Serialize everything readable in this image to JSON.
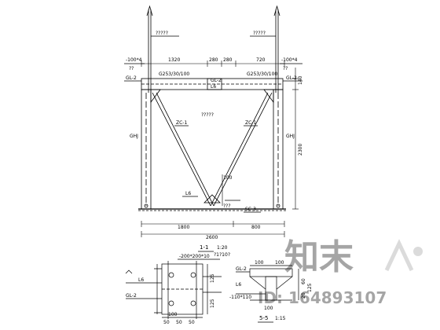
{
  "labels": {
    "top_left_mark": "?????",
    "top_right_mark": "?????",
    "plate_left": "-100*4",
    "plate_right": "-100*4",
    "sub_left": "??",
    "sub_right": "??",
    "gl2_left": "GL-2",
    "gl2_right": "GL-2",
    "g253_left": "G253/30/100",
    "g253_right": "G253/30/100",
    "gl2_mid": "GL-2",
    "l6": "L6",
    "mid_mark": "?????",
    "zc1_left": "ZC-1",
    "zc1_right": "ZC-1",
    "ghj_left": "GHJ",
    "ghj_right": "GHJ",
    "l6_right": "L6",
    "sc3": "SC-3",
    "base_mark": "???",
    "section_1": "1-1",
    "section_1_scale": "1:20",
    "section_1_sub": "?1?10?",
    "section_5": "5-5",
    "section_5_scale": "1:15",
    "plate_bottom": "-200*200*10",
    "plate_bottom_r": "-110*110",
    "gl2_bl": "GL-2",
    "gl2_br": "GL-2",
    "l6_bl": "L6",
    "l6_br": "L6"
  },
  "dims": {
    "d1320": "1320",
    "d280a": "280",
    "d280b": "280",
    "d720": "720",
    "d140": "140",
    "d2300": "2300",
    "d1800": "1800",
    "d800": "800",
    "d2600": "2600",
    "d100a": "100",
    "d100b": "100",
    "d100c": "100",
    "d100d": "100",
    "d100e": "100",
    "d50a": "50",
    "d50b": "50",
    "d50c": "50",
    "d125a": "125",
    "d125b": "125",
    "d60": "60",
    "d20": "20",
    "d125c": "125"
  },
  "watermark": {
    "brand": "知末",
    "id_text": "ID: 164893107"
  }
}
